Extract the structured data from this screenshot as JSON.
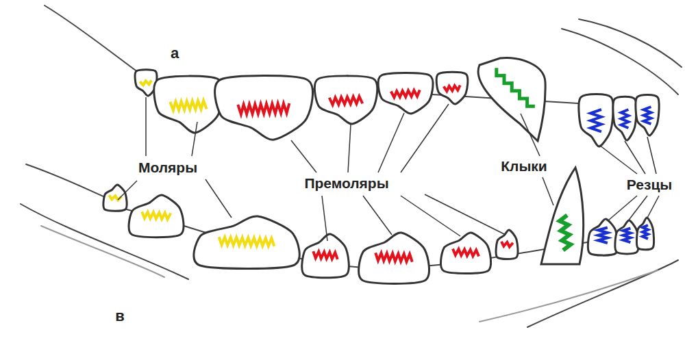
{
  "diagram": {
    "labels": [
      "а",
      "Моляры",
      "Премоляры",
      "Клыки",
      "Резцы",
      "в"
    ]
  }
}
